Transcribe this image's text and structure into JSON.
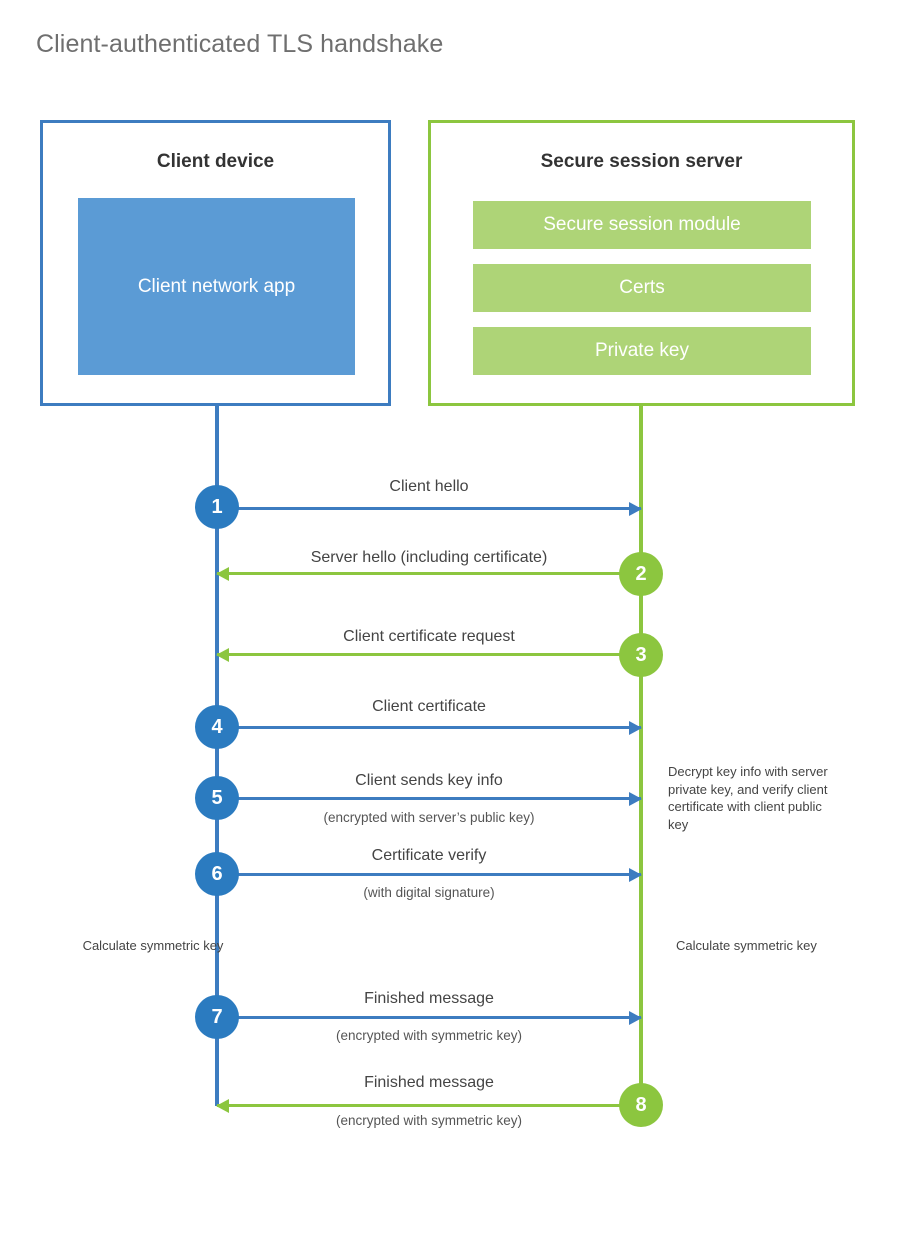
{
  "title": "Client-authenticated TLS handshake",
  "colors": {
    "client_accent": "#3d7cc0",
    "client_fill": "#5b9bd5",
    "client_circle": "#2b7bc0",
    "server_accent": "#8cc63f",
    "server_fill": "#aed477",
    "title_text": "#6f6f6f",
    "background": "#ffffff"
  },
  "client": {
    "title": "Client device",
    "app_label": "Client network app"
  },
  "server": {
    "title": "Secure session server",
    "modules": [
      {
        "label": "Secure session module"
      },
      {
        "label": "Certs"
      },
      {
        "label": "Private key"
      }
    ]
  },
  "steps": [
    {
      "number": "1",
      "label": "Client hello",
      "sublabel": "",
      "direction": "client-to-server",
      "actor": "client"
    },
    {
      "number": "2",
      "label": "Server hello (including certificate)",
      "sublabel": "",
      "direction": "server-to-client",
      "actor": "server"
    },
    {
      "number": "3",
      "label": "Client certificate request",
      "sublabel": "",
      "direction": "server-to-client",
      "actor": "server"
    },
    {
      "number": "4",
      "label": "Client certificate",
      "sublabel": "",
      "direction": "client-to-server",
      "actor": "client"
    },
    {
      "number": "5",
      "label": "Client sends key info",
      "sublabel": "(encrypted with server’s public key)",
      "direction": "client-to-server",
      "actor": "client"
    },
    {
      "number": "6",
      "label": "Certificate verify",
      "sublabel": "(with digital signature)",
      "direction": "client-to-server",
      "actor": "client"
    },
    {
      "number": "7",
      "label": "Finished message",
      "sublabel": "(encrypted with symmetric key)",
      "direction": "client-to-server",
      "actor": "client"
    },
    {
      "number": "8",
      "label": "Finished message",
      "sublabel": "(encrypted with symmetric key)",
      "direction": "server-to-client",
      "actor": "server"
    }
  ],
  "notes": {
    "decrypt": "Decrypt key info with server private key, and verify client certificate with client public key",
    "calculate_client": "Calculate symmetric key",
    "calculate_server": "Calculate symmetric key"
  }
}
